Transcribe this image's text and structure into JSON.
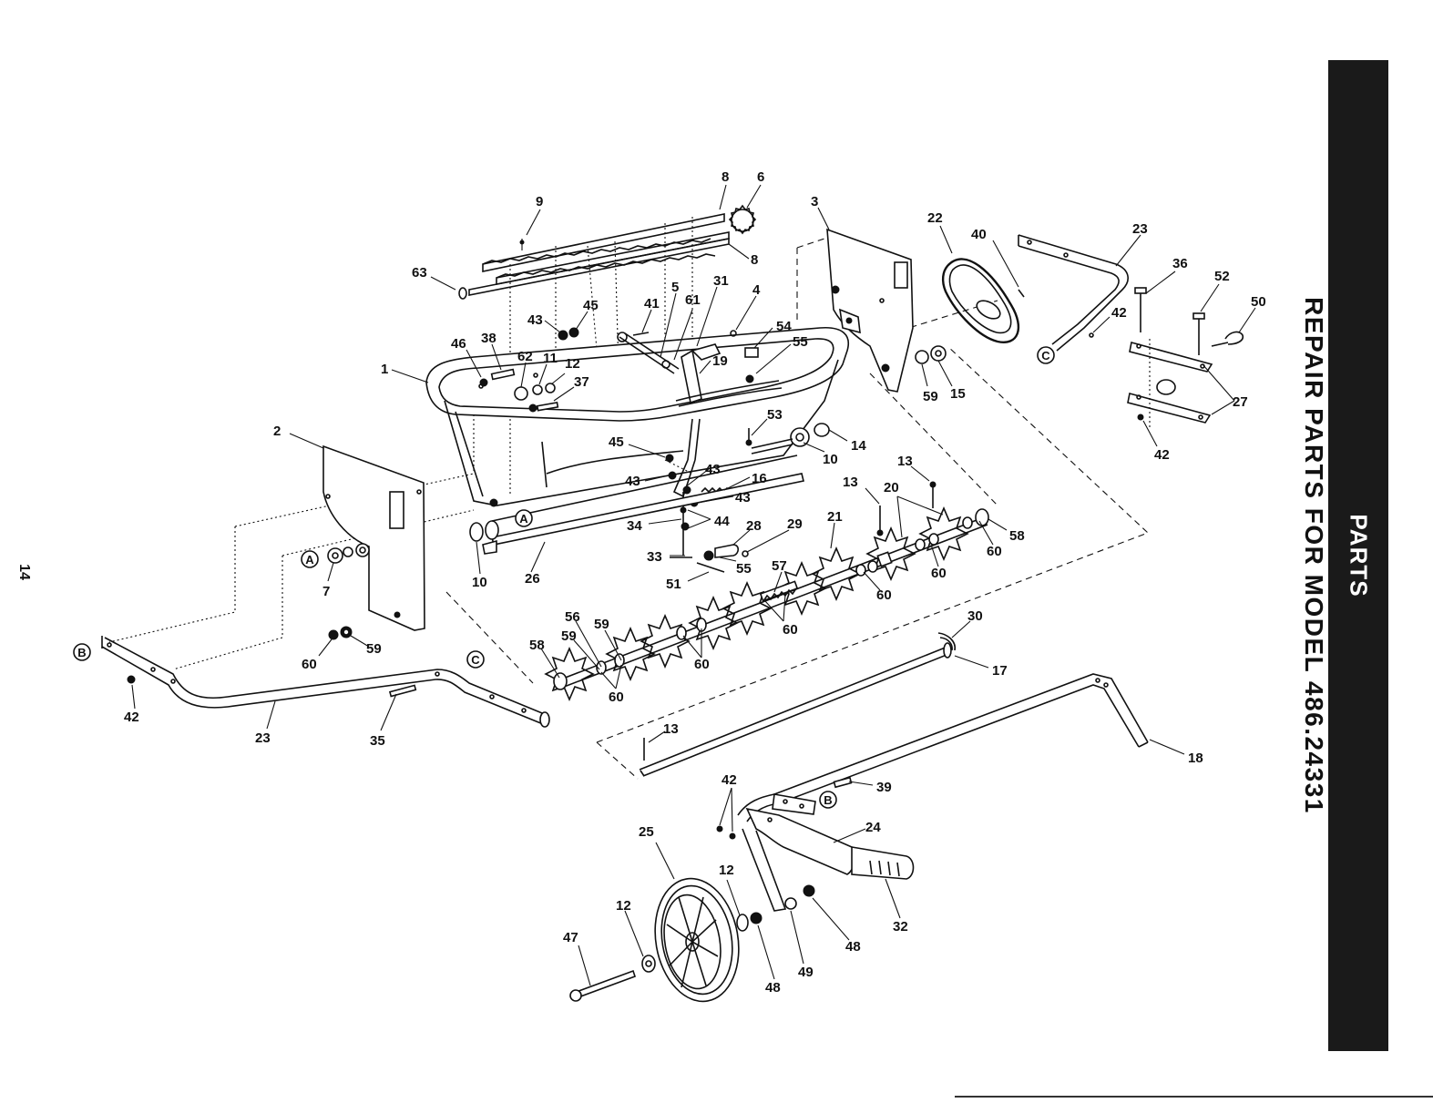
{
  "page": {
    "number": "14",
    "section_label": "PARTS",
    "title": "REPAIR PARTS FOR MODEL 486.24331"
  },
  "callouts": [
    {
      "label": "9"
    },
    {
      "label": "8"
    },
    {
      "label": "6"
    },
    {
      "label": "8"
    },
    {
      "label": "63"
    },
    {
      "label": "3"
    },
    {
      "label": "22"
    },
    {
      "label": "40"
    },
    {
      "label": "23"
    },
    {
      "label": "36"
    },
    {
      "label": "52"
    },
    {
      "label": "50"
    },
    {
      "label": "42"
    },
    {
      "label": "27"
    },
    {
      "label": "42"
    },
    {
      "label": "43"
    },
    {
      "label": "45"
    },
    {
      "label": "41"
    },
    {
      "label": "5"
    },
    {
      "label": "61"
    },
    {
      "label": "31"
    },
    {
      "label": "4"
    },
    {
      "label": "54"
    },
    {
      "label": "55"
    },
    {
      "label": "46"
    },
    {
      "label": "38"
    },
    {
      "label": "62"
    },
    {
      "label": "11"
    },
    {
      "label": "12"
    },
    {
      "label": "37"
    },
    {
      "label": "1"
    },
    {
      "label": "19"
    },
    {
      "label": "59"
    },
    {
      "label": "15"
    },
    {
      "label": "53"
    },
    {
      "label": "14"
    },
    {
      "label": "10"
    },
    {
      "label": "2"
    },
    {
      "label": "45"
    },
    {
      "label": "43"
    },
    {
      "label": "43"
    },
    {
      "label": "16"
    },
    {
      "label": "43"
    },
    {
      "label": "13"
    },
    {
      "label": "13"
    },
    {
      "label": "20"
    },
    {
      "label": "34"
    },
    {
      "label": "44"
    },
    {
      "label": "28"
    },
    {
      "label": "29"
    },
    {
      "label": "21"
    },
    {
      "label": "58"
    },
    {
      "label": "60"
    },
    {
      "label": "60"
    },
    {
      "label": "7"
    },
    {
      "label": "10"
    },
    {
      "label": "26"
    },
    {
      "label": "33"
    },
    {
      "label": "55"
    },
    {
      "label": "51"
    },
    {
      "label": "57"
    },
    {
      "label": "60"
    },
    {
      "label": "60"
    },
    {
      "label": "56"
    },
    {
      "label": "59"
    },
    {
      "label": "59"
    },
    {
      "label": "58"
    },
    {
      "label": "60"
    },
    {
      "label": "60"
    },
    {
      "label": "60"
    },
    {
      "label": "59"
    },
    {
      "label": "30"
    },
    {
      "label": "17"
    },
    {
      "label": "42"
    },
    {
      "label": "23"
    },
    {
      "label": "35"
    },
    {
      "label": "13"
    },
    {
      "label": "18"
    },
    {
      "label": "42"
    },
    {
      "label": "39"
    },
    {
      "label": "24"
    },
    {
      "label": "25"
    },
    {
      "label": "12"
    },
    {
      "label": "12"
    },
    {
      "label": "47"
    },
    {
      "label": "32"
    },
    {
      "label": "48"
    },
    {
      "label": "49"
    },
    {
      "label": "48"
    }
  ],
  "connectors": {
    "a": "A",
    "b": "B",
    "c": "C"
  }
}
